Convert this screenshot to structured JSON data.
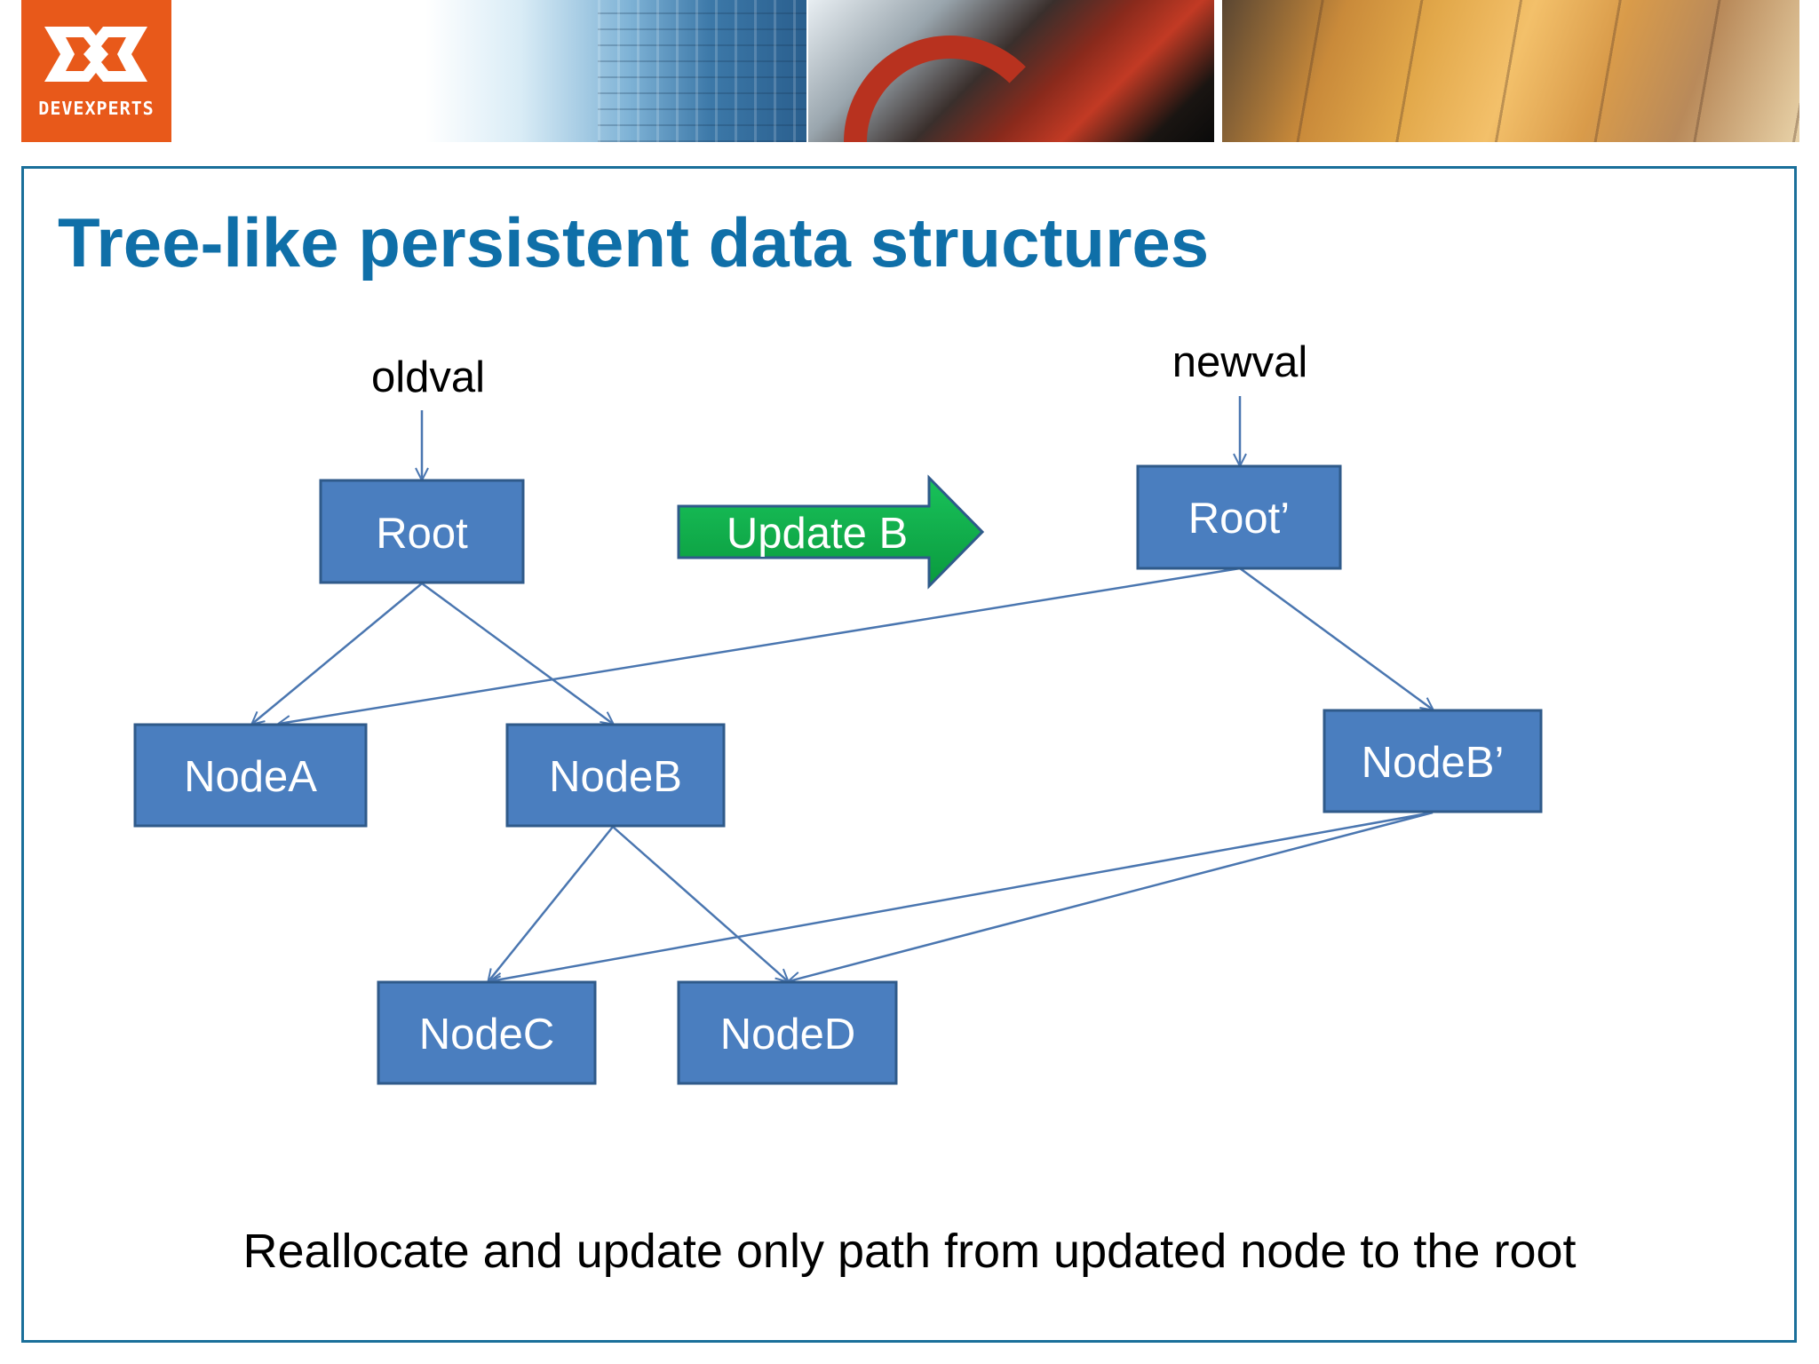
{
  "header": {
    "logo_text": "DEVEXPERTS",
    "colors": {
      "logo_bg": "#e8591a",
      "frame_border": "#1a6f9a",
      "title": "#0f6fa8"
    }
  },
  "slide": {
    "title": "Tree-like persistent data structures",
    "caption": "Reallocate and update only path from updated node to the root"
  },
  "diagram": {
    "pointers": {
      "old": "oldval",
      "new": "newval"
    },
    "nodes": {
      "root": "Root",
      "node_a": "NodeA",
      "node_b": "NodeB",
      "node_c": "NodeC",
      "node_d": "NodeD",
      "root_new": "Root’",
      "node_b_new": "NodeB’"
    },
    "update_arrow": {
      "label": "Update B",
      "color": "#0fae4b"
    },
    "node_fill": "#4a7ebf",
    "node_border": "#2f5a8a",
    "edge_color": "#4a76b0"
  }
}
